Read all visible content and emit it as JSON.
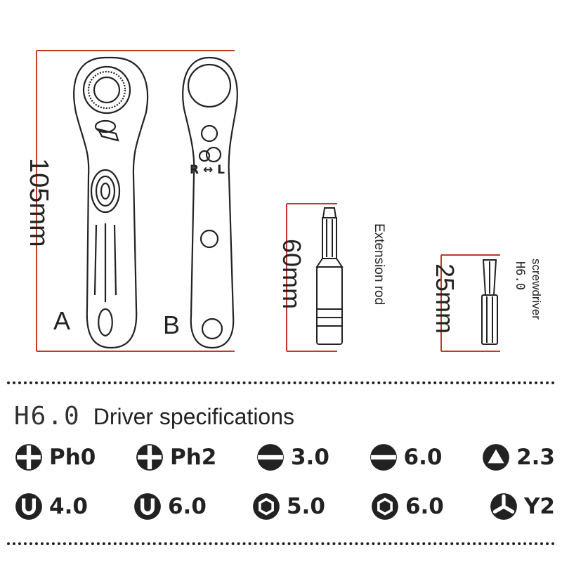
{
  "dimensions": {
    "tool_length": "105mm",
    "extension_length": "60mm",
    "screwdriver_length": "25mm"
  },
  "labels": {
    "tool_a": "A",
    "tool_b": "B",
    "direction": "R ↔ L",
    "extension_name": "Extension rod",
    "screwdriver_name": "screwdriver",
    "screwdriver_model": "H6.0"
  },
  "specs": {
    "model": "H6.0",
    "title": "Driver specifications",
    "rows": [
      [
        {
          "icon": "phillips-icon",
          "label": "Ph0"
        },
        {
          "icon": "phillips-icon",
          "label": "Ph2"
        },
        {
          "icon": "slotted-icon",
          "label": "3.0"
        },
        {
          "icon": "slotted-icon",
          "label": "6.0"
        },
        {
          "icon": "triangle-icon",
          "label": "2.3"
        }
      ],
      [
        {
          "icon": "u-type-icon",
          "label": "4.0"
        },
        {
          "icon": "u-type-icon",
          "label": "6.0"
        },
        {
          "icon": "hex-icon",
          "label": "5.0"
        },
        {
          "icon": "hex-icon",
          "label": "6.0"
        },
        {
          "icon": "y-type-icon",
          "label": "Y2"
        }
      ]
    ]
  },
  "colors": {
    "dimension_line": "#c0392b",
    "ink": "#222222"
  }
}
